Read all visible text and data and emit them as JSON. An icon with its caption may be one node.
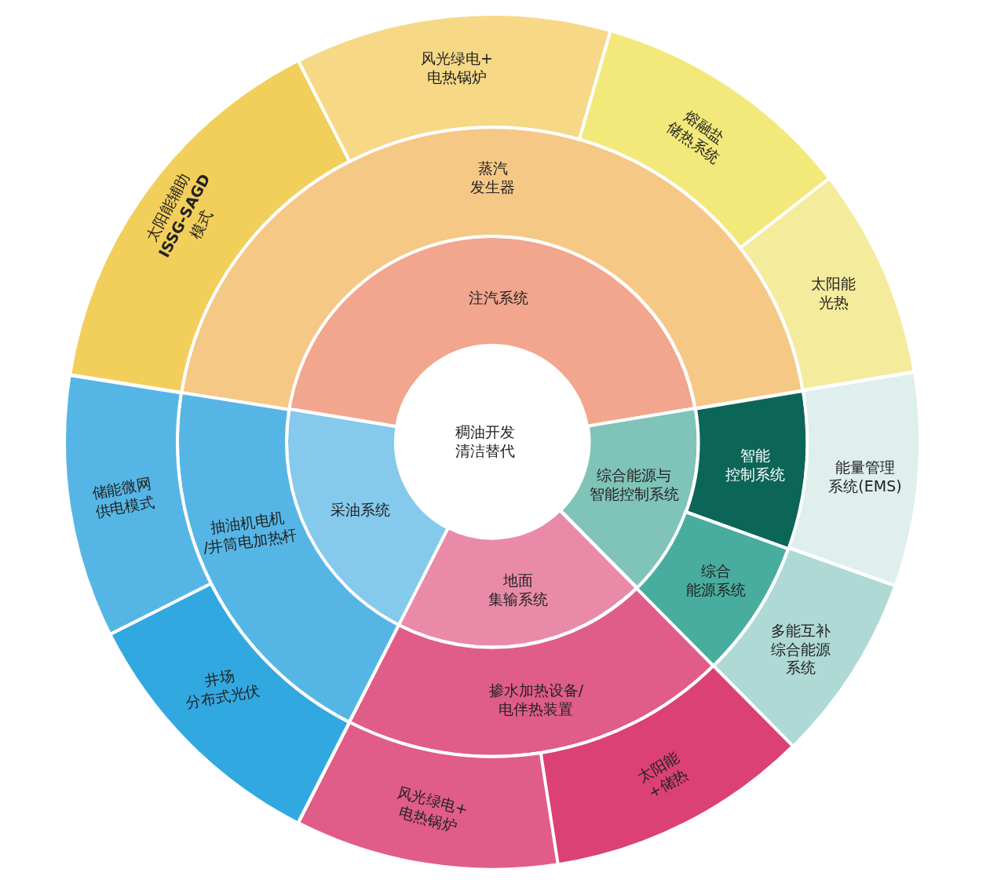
{
  "diagram": {
    "nodes": [
      {
        "text": [
          "稠油开发清洁替代"
        ]
      },
      {
        "text": [
          "注汽系统"
        ]
      },
      {
        "text": [
          "采油系统"
        ]
      },
      {
        "text": [
          "地面集输系统"
        ]
      },
      {
        "text": [
          "综合能源与智能控制系统"
        ]
      },
      {
        "text": [
          "蒸汽发生器"
        ]
      },
      {
        "text": [
          "抽油机电机/井筒电加热杆"
        ]
      },
      {
        "text": [
          "掺水加热设备/电伴热装置"
        ]
      },
      {
        "text": [
          "智能控制系统"
        ]
      },
      {
        "text": [
          "综合能源系统"
        ]
      },
      {
        "text": [
          "太阳能辅助**ISSG-SAGD**模式"
        ]
      },
      {
        "text": [
          "风光绿电+电热锅炉"
        ]
      },
      {
        "text": [
          "熔融盐储热系统"
        ]
      },
      {
        "text": [
          "太阳能光热"
        ]
      },
      {
        "text": [
          "能量管理系统(EMS)"
        ]
      },
      {
        "text": [
          "多能互补综合能源系统"
        ]
      },
      {
        "text": [
          "太阳能+储热"
        ]
      },
      {
        "text": [
          "风光绿电+电热锅炉"
        ]
      },
      {
        "text": [
          "井场分布式光伏"
        ]
      },
      {
        "text": [
          "储能微网供电模式"
        ]
      }
    ]
  }
}
